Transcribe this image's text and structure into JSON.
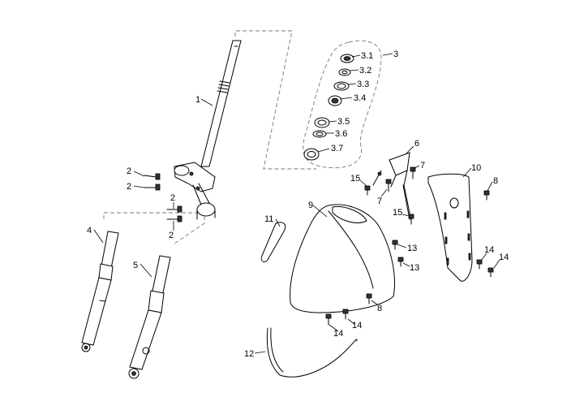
{
  "diagram": {
    "callouts": {
      "c1": "1",
      "c2a": "2",
      "c2b": "2",
      "c2c": "2",
      "c2d": "2",
      "c3": "3",
      "c3_1": "3.1",
      "c3_2": "3.2",
      "c3_3": "3.3",
      "c3_4": "3.4",
      "c3_5": "3.5",
      "c3_6": "3.6",
      "c3_7": "3.7",
      "c4": "4",
      "c5": "5",
      "c6": "6",
      "c7a": "7",
      "c7b": "7",
      "c8a": "8",
      "c8b": "8",
      "c9": "9",
      "c10": "10",
      "c11": "11",
      "c12": "12",
      "c13a": "13",
      "c13b": "13",
      "c14a": "14",
      "c14b": "14",
      "c14c": "14",
      "c14d": "14",
      "c15a": "15",
      "c15b": "15"
    }
  }
}
